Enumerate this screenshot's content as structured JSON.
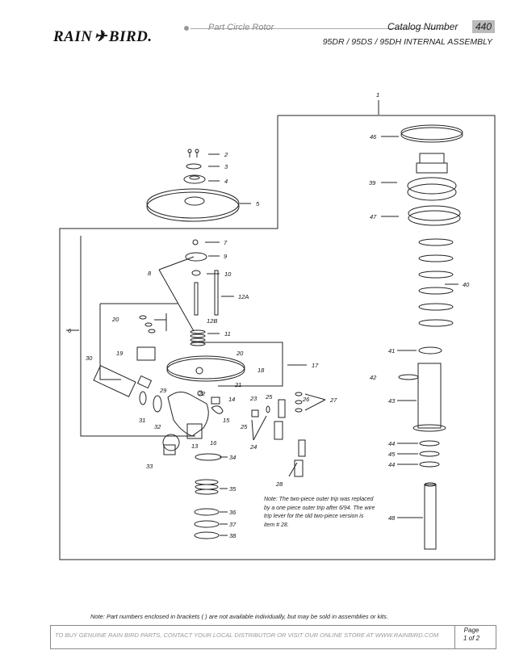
{
  "header": {
    "brand": "RAIN BIRD.",
    "brand_left": "RAIN",
    "brand_right": "BIRD.",
    "product_type": "Part Circle Rotor",
    "catalog_label": "Catalog Number",
    "catalog_number": "440",
    "assembly_title": "95DR / 95DS / 95DH INTERNAL ASSEMBLY"
  },
  "diagram": {
    "part_labels": [
      "1",
      "2",
      "3",
      "4",
      "5",
      "6",
      "7",
      "8",
      "9",
      "10",
      "11",
      "12A",
      "12B",
      "13",
      "14",
      "15",
      "16",
      "17",
      "18",
      "19",
      "20",
      "20",
      "21",
      "22",
      "23",
      "24",
      "25",
      "25",
      "26",
      "27",
      "28",
      "29",
      "30",
      "31",
      "32",
      "33",
      "34",
      "35",
      "36",
      "37",
      "38",
      "39",
      "40",
      "41",
      "42",
      "43",
      "44",
      "45",
      "44",
      "46",
      "47",
      "48"
    ]
  },
  "note": "Note: The two-piece outer trip was replaced by a one piece outer trip after 6/94. The wire trip lever for the old two-piece version is item # 28.",
  "footnote": "Note: Part numbers enclosed in brackets ( ) are not available individually, but may be sold in assemblies or kits.",
  "footer": {
    "text": "TO BUY GENUINE RAIN BIRD PARTS, CONTACT YOUR LOCAL DISTRIBUTOR OR VISIT OUR ONLINE STORE AT WWW.RAINBIRD.COM",
    "page_label": "Page",
    "page_value": "1 of 2"
  }
}
